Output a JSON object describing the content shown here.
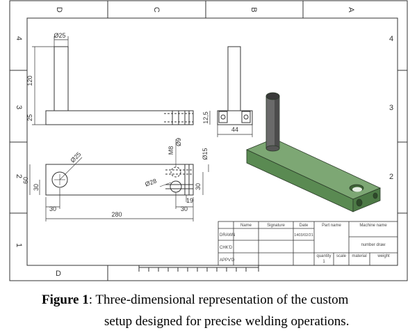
{
  "sheet": {
    "top_zones": [
      "D",
      "C",
      "B",
      "A"
    ],
    "left_zones": [
      "4",
      "3",
      "2",
      "1"
    ],
    "right_zones": [
      "4",
      "3",
      "2"
    ],
    "bottom_zones": [
      "D"
    ]
  },
  "dimensions": {
    "diam_25_top": "Ø25",
    "len_120": "120",
    "len_25": "25",
    "h_12_5": "12,5",
    "w_44": "44",
    "w_60": "60",
    "w_30a": "30",
    "diam_25_hole": "Ø25",
    "thread_m8": "M8",
    "diam_9": "Ø9",
    "diam_15": "Ø15",
    "diam_28": "Ø28",
    "w_30b": "30",
    "w_19": "19",
    "len_30_left": "30",
    "len_30_right": "30",
    "len_280": "280"
  },
  "title_block": {
    "col_name": "Name",
    "col_signature": "Signature",
    "col_date": "Date",
    "part_name": "Part name",
    "machine_name": "Machine name",
    "drawn": "DRAWN",
    "drawn_date": "1403/02/21",
    "checked": "CHK'D",
    "approved": "APPV'D",
    "number_draw": "number draw",
    "quantity": "quantity",
    "quantity_value": "1",
    "scale": "scale",
    "material": "material",
    "weight": "weight"
  },
  "caption": {
    "label": "Figure 1",
    "line1": ": Three-dimensional representation of the custom",
    "line2": "setup designed for precise welding operations."
  },
  "colors": {
    "line": "#333333",
    "model_green": "#6b9a63",
    "post_gray": "#6a6a6a"
  }
}
